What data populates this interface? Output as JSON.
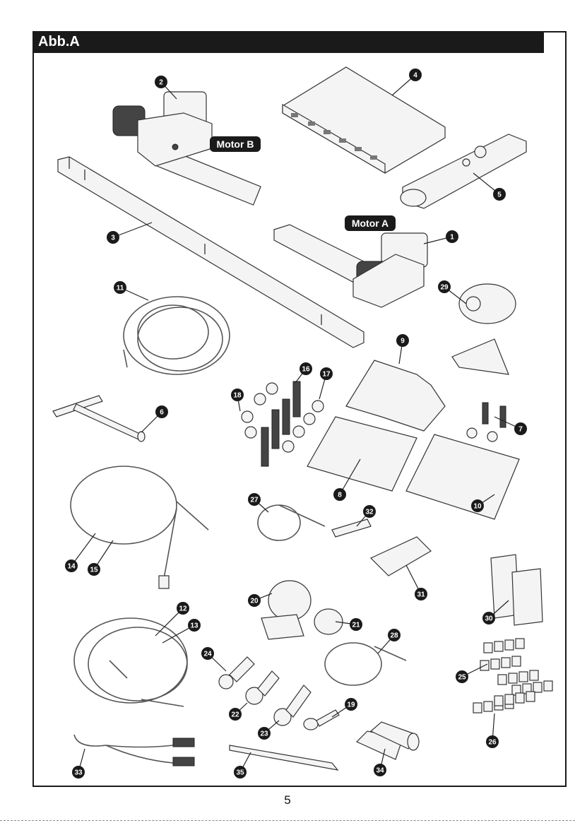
{
  "header": {
    "title": "Abb.A",
    "bar_color": "#1a1a1a"
  },
  "labels": {
    "motor_b": "Motor B",
    "motor_a": "Motor A"
  },
  "callouts": [
    "1",
    "2",
    "3",
    "4",
    "5",
    "6",
    "7",
    "8",
    "9",
    "10",
    "11",
    "12",
    "13",
    "14",
    "15",
    "16",
    "17",
    "18",
    "19",
    "20",
    "21",
    "22",
    "23",
    "24",
    "25",
    "26",
    "27",
    "28",
    "29",
    "30",
    "31",
    "32",
    "33",
    "34",
    "35"
  ],
  "page_number": "5"
}
